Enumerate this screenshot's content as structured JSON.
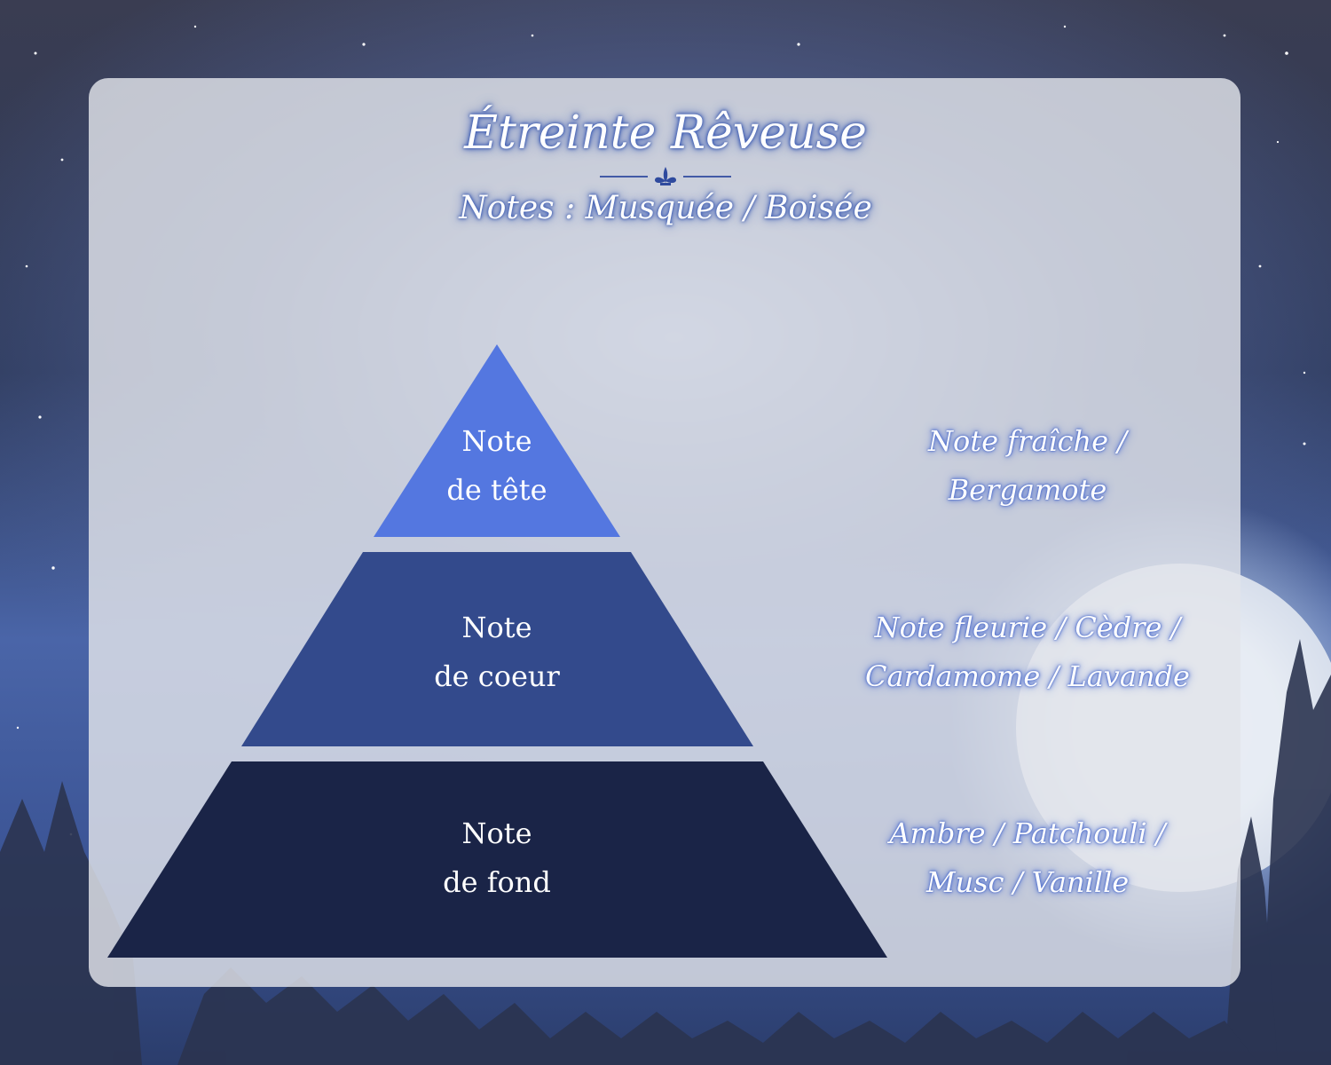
{
  "header": {
    "title": "Étreinte Rêveuse",
    "subtitle": "Notes : Musquée / Boisée"
  },
  "pyramid": {
    "tiers": [
      {
        "label_line1": "Note",
        "label_line2": "de tête",
        "color": "#5477e0",
        "notes_line1": "Note fraîche /",
        "notes_line2": "Bergamote"
      },
      {
        "label_line1": "Note",
        "label_line2": "de coeur",
        "color": "#334a8c",
        "notes_line1": "Note fleurie / Cèdre /",
        "notes_line2": "Cardamome / Lavande"
      },
      {
        "label_line1": "Note",
        "label_line2": "de fond",
        "color": "#1a2447",
        "notes_line1": "Ambre / Patchouli /",
        "notes_line2": "Musc / Vanille"
      }
    ]
  },
  "icons": {
    "ornament": "fleur-de-lis-divider-icon"
  }
}
